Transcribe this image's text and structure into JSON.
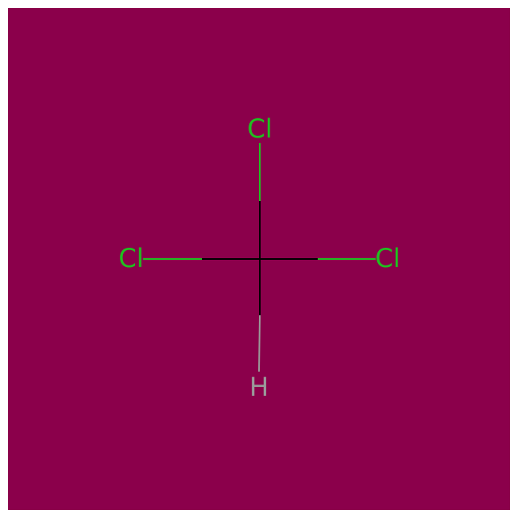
{
  "molecule": {
    "background_color": "#8B004B",
    "carbon_bond_color": "#000000",
    "atoms": [
      {
        "id": "cl_top",
        "symbol": "Cl",
        "color": "#1FC01F"
      },
      {
        "id": "cl_left",
        "symbol": "Cl",
        "color": "#1FC01F"
      },
      {
        "id": "cl_right",
        "symbol": "Cl",
        "color": "#1FC01F"
      },
      {
        "id": "h_bottom",
        "symbol": "H",
        "color": "#9A9A9A"
      }
    ]
  }
}
